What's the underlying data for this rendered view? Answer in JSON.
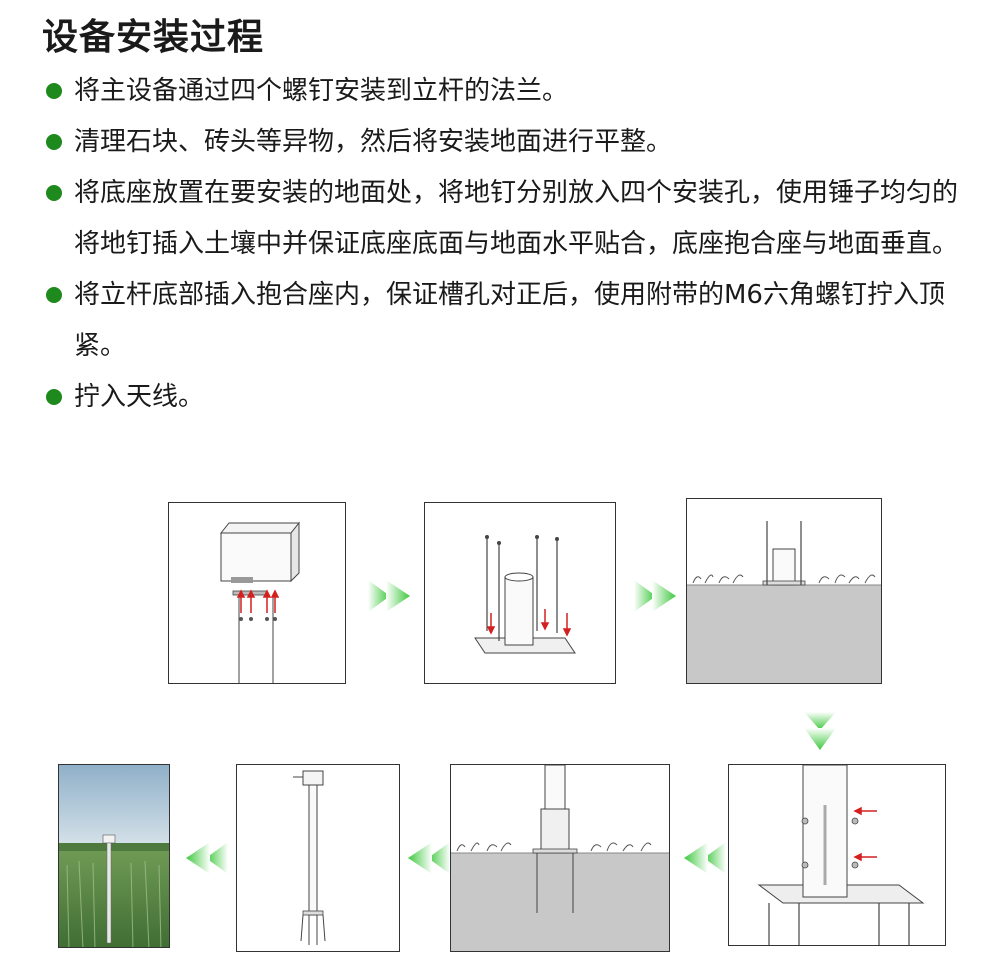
{
  "title": "设备安装过程",
  "steps": [
    "将主设备通过四个螺钉安装到立杆的法兰。",
    "清理石块、砖头等异物，然后将安装地面进行平整。",
    "将底座放置在要安装的地面处，将地钉分别放入四个安装孔，使用锤子均匀的将地钉插入土壤中并保证底座底面与地面水平贴合，底座抱合座与地面垂直。",
    "将立杆底部插入抱合座内，保证槽孔对正后，使用附带的M6六角螺钉拧入顶紧。",
    "拧入天线。"
  ],
  "colors": {
    "bullet": "#1e8a1e",
    "arrow": "#3ec83e",
    "ground": "#c8c8c8",
    "red_arrow": "#d42020"
  },
  "icons": [
    "device-to-pole",
    "base-with-stakes",
    "stakes-in-ground",
    "pole-into-base",
    "pole-in-ground",
    "assembled-station",
    "field-photo",
    "arrow-right",
    "arrow-down",
    "arrow-left"
  ]
}
